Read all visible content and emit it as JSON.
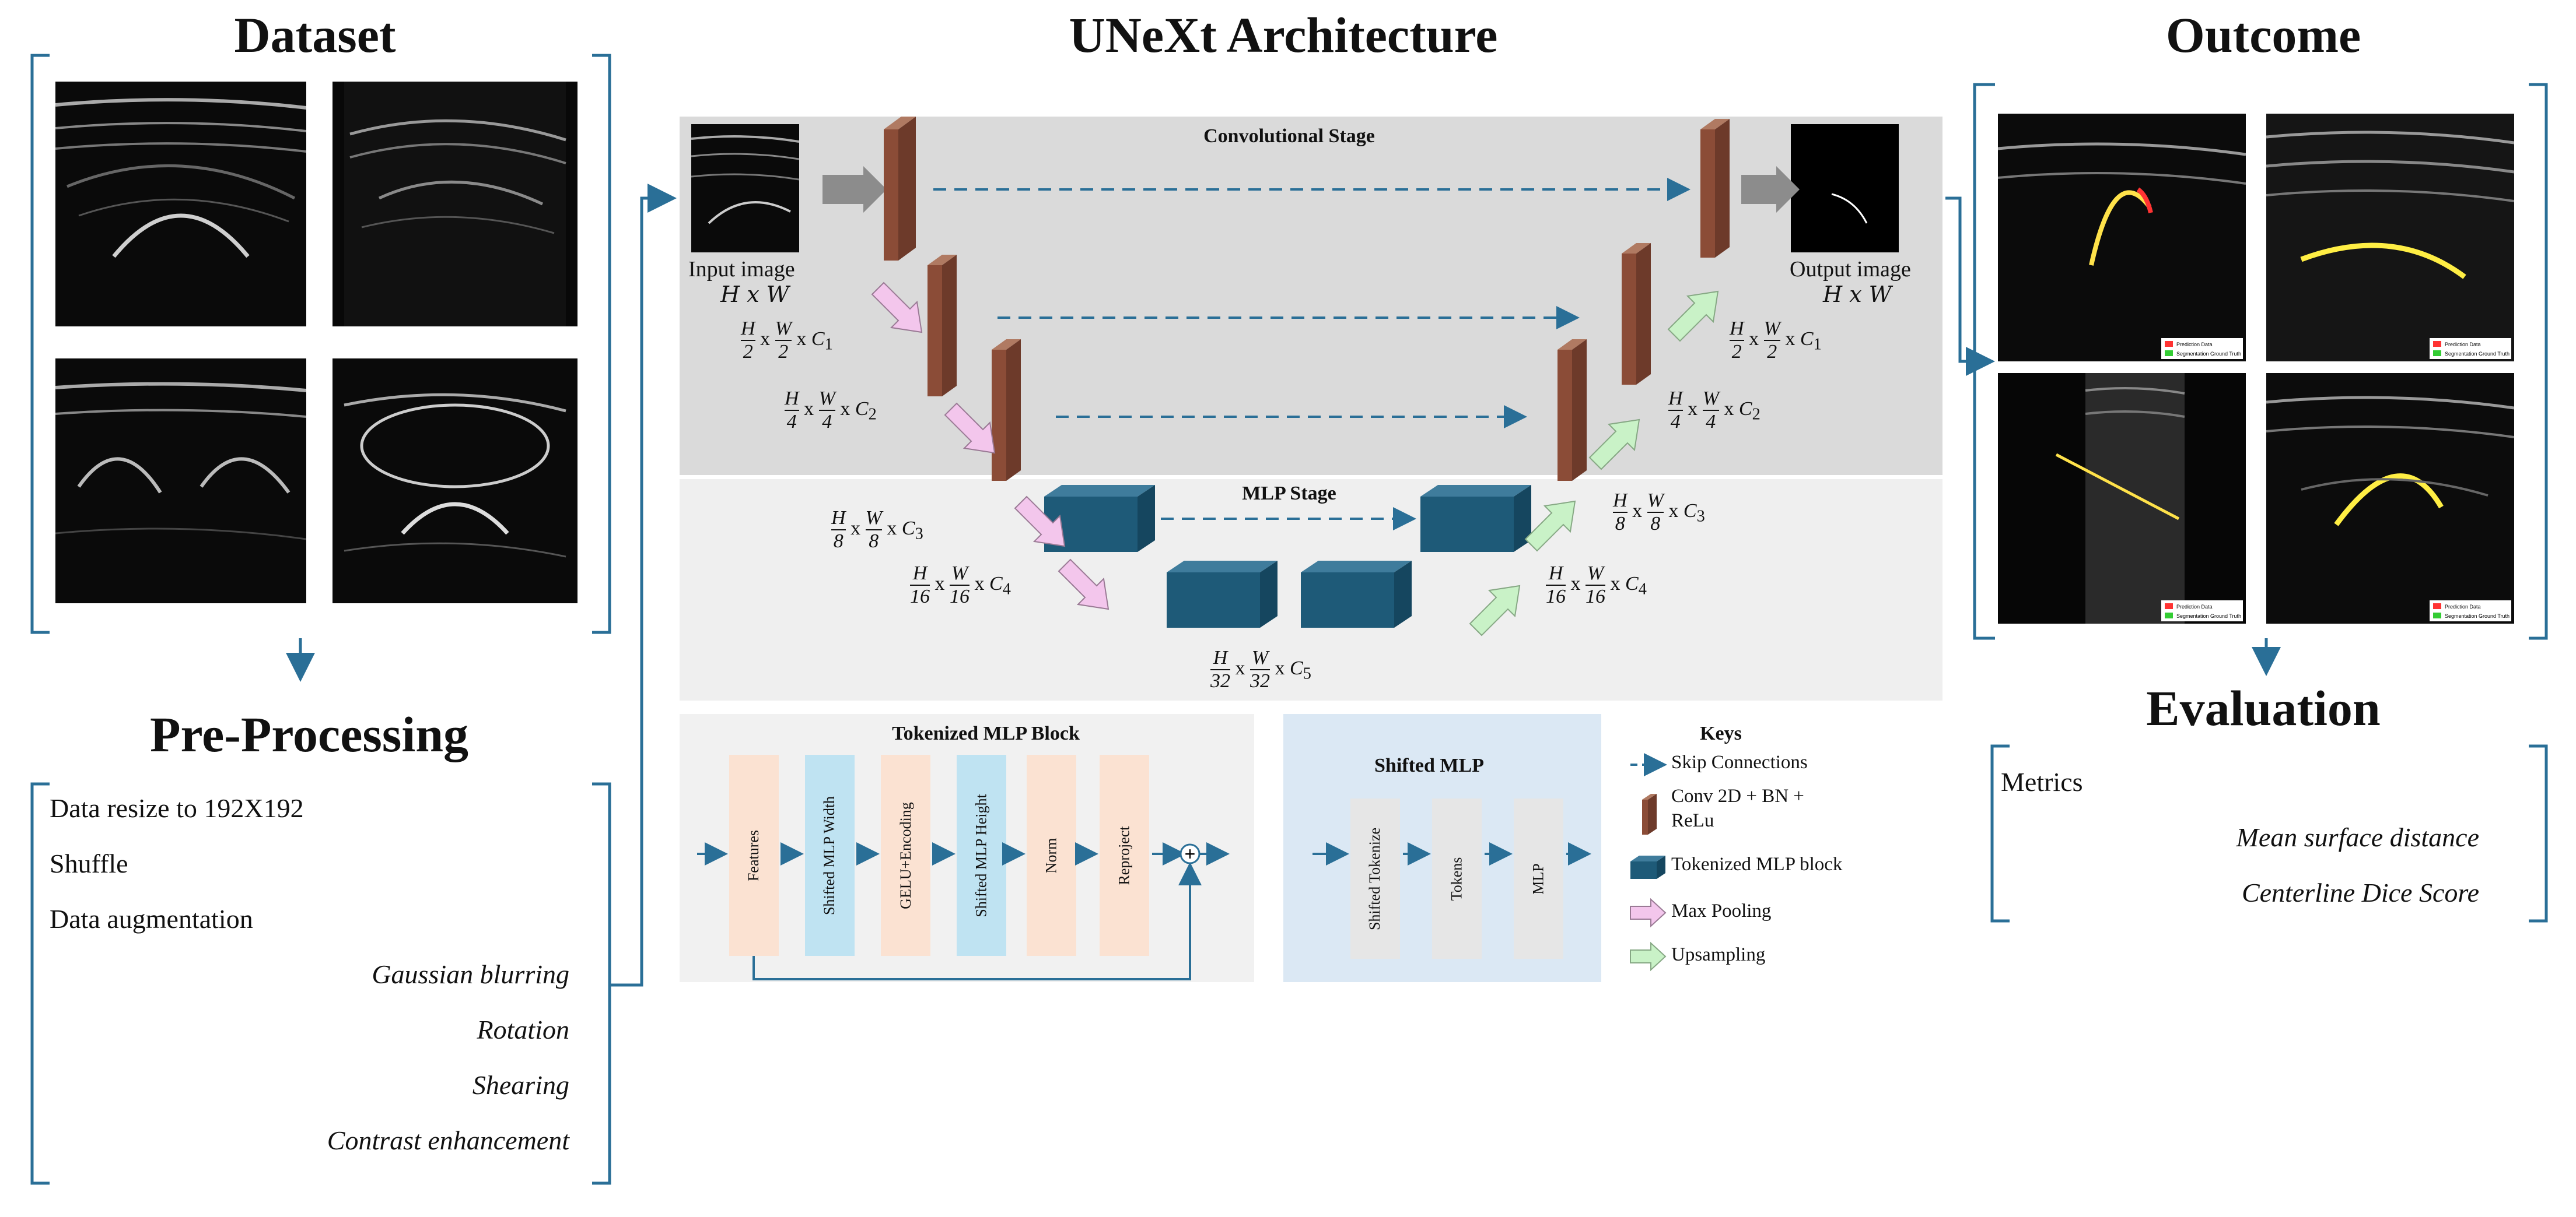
{
  "sections": {
    "dataset_title": "Dataset",
    "architecture_title": "UNeXt Architecture",
    "outcome_title": "Outcome",
    "preprocessing_title": "Pre-Processing",
    "evaluation_title": "Evaluation"
  },
  "preprocessing": {
    "items": [
      "Data resize to 192X192",
      "Shuffle",
      "Data augmentation"
    ],
    "augmentations": [
      "Gaussian blurring",
      "Rotation",
      "Shearing",
      "Contrast enhancement"
    ]
  },
  "architecture": {
    "conv_stage_label": "Convolutional Stage",
    "mlp_stage_label": "MLP Stage",
    "input_label": "Input image",
    "output_label": "Output image",
    "dim_hw": "H x W",
    "dims": {
      "d1": {
        "num": "H",
        "den": "2",
        "num2": "W",
        "den2": "2",
        "ch": "C",
        "sub": "1"
      },
      "d2": {
        "num": "H",
        "den": "4",
        "num2": "W",
        "den2": "4",
        "ch": "C",
        "sub": "2"
      },
      "d3": {
        "num": "H",
        "den": "8",
        "num2": "W",
        "den2": "8",
        "ch": "C",
        "sub": "3"
      },
      "d4": {
        "num": "H",
        "den": "16",
        "num2": "W",
        "den2": "16",
        "ch": "C",
        "sub": "4"
      },
      "d5": {
        "num": "H",
        "den": "32",
        "num2": "W",
        "den2": "32",
        "ch": "C",
        "sub": "5"
      }
    }
  },
  "tokenized_block": {
    "title": "Tokenized MLP Block",
    "steps": [
      "Features",
      "Shifted MLP Width",
      "GELU+Encoding",
      "Shifted MLP Height",
      "Norm",
      "Reproject"
    ],
    "step_colors": [
      "#fbe2d2",
      "#bfe3f2",
      "#fbe2d2",
      "#bfe3f2",
      "#fbe2d2",
      "#fbe2d2"
    ],
    "plus": "+"
  },
  "shifted_mlp": {
    "title": "Shifted MLP",
    "steps": [
      "Shifted Tokenize",
      "Tokens",
      "MLP"
    ]
  },
  "keys": {
    "title": "Keys",
    "items": [
      "Skip Connections",
      "Conv 2D + BN + ReLu",
      "Tokenized MLP block",
      "Max Pooling",
      "Upsampling"
    ]
  },
  "outcome": {
    "legend_items": [
      "Prediction Data",
      "Segmentation Ground Truth"
    ]
  },
  "evaluation": {
    "metrics_label": "Metrics",
    "metrics": [
      "Mean surface distance",
      "Centerline Dice Score"
    ]
  },
  "colors": {
    "arrow_blue": "#2a6f97",
    "conv_block": "#8b4c37",
    "mlp_block": "#1e5a78",
    "pool_arrow": "#f3c6ec",
    "up_arrow": "#c9f2c7",
    "conv_stage_bg": "#dadada",
    "mlp_stage_bg": "#eeeeee",
    "prediction": "#ff3333",
    "ground_truth": "#33cc33"
  }
}
